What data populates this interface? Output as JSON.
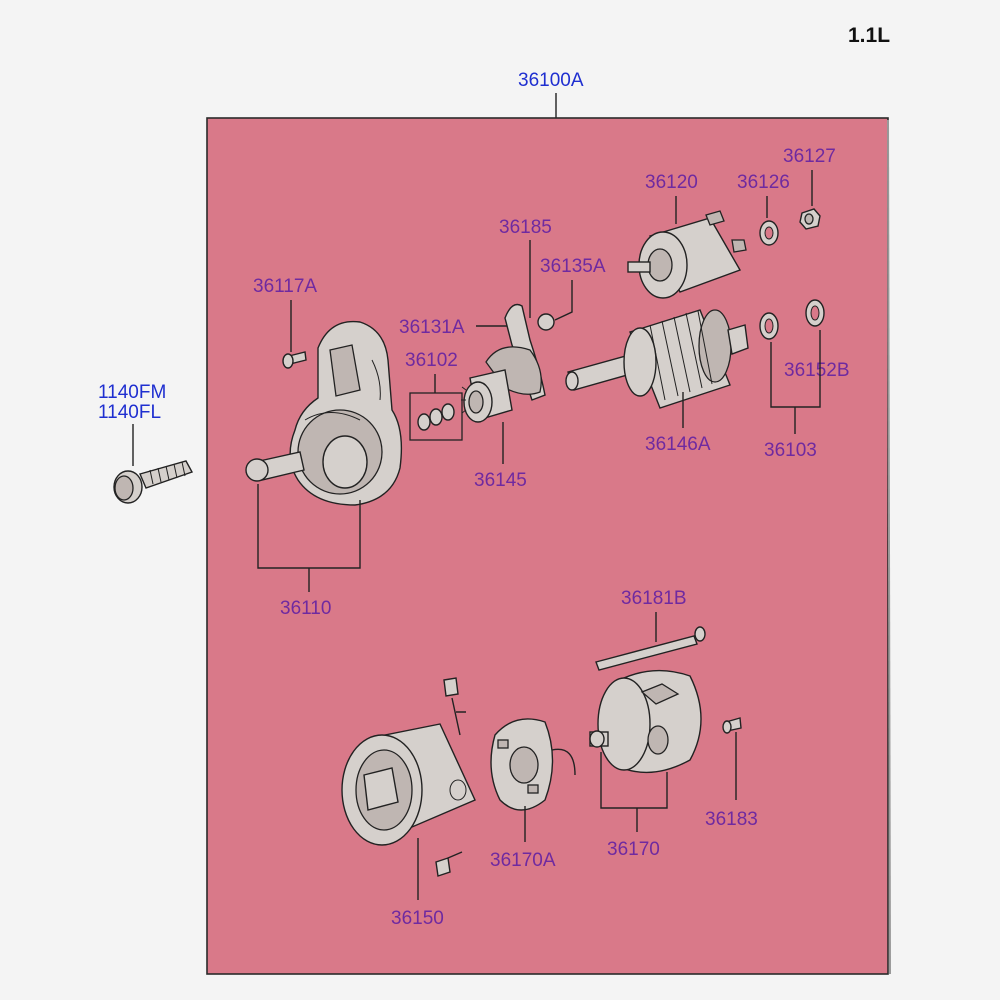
{
  "engine_label": "1.1L",
  "colors": {
    "panel": "#d97989",
    "panel_border": "#2a2a2a",
    "label_purple": "#6f2aa0",
    "label_blue": "#1f2fd0",
    "background": "#f4f4f4"
  },
  "labels": {
    "assembly": "36100A",
    "bolt_a": "1140FM",
    "bolt_b": "1140FL",
    "p36117A": "36117A",
    "p36110": "36110",
    "p36102": "36102",
    "p36131A": "36131A",
    "p36185": "36185",
    "p36135A": "36135A",
    "p36145": "36145",
    "p36120": "36120",
    "p36126": "36126",
    "p36127": "36127",
    "p36146A": "36146A",
    "p36152B": "36152B",
    "p36103": "36103",
    "p36181B": "36181B",
    "p36183": "36183",
    "p36170": "36170",
    "p36170A": "36170A",
    "p36150": "36150"
  }
}
